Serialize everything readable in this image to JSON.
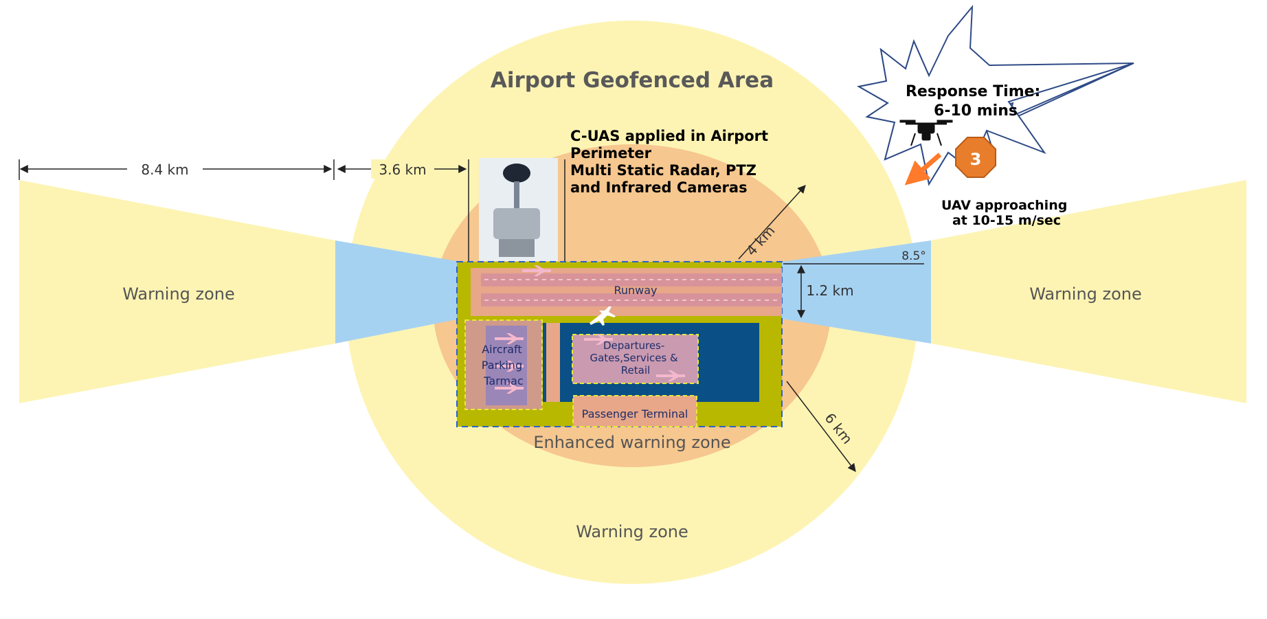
{
  "title": "Airport Geofenced Area",
  "colors": {
    "warning": "#fdf4b4",
    "enhanced": "#f6c78f",
    "approach": "#a6d2f2",
    "field": "#b8b800",
    "terminal_water": "#0a4f86",
    "runway": "#d8939a",
    "zone_text": "#555555"
  },
  "zones": {
    "left_warning": "Warning zone",
    "right_warning": "Warning zone",
    "bottom_warning": "Warning zone",
    "enhanced": "Enhanced warning zone"
  },
  "distances": {
    "d_left": "8.4 km",
    "d_mid": "3.6 km",
    "r_inner": "4 km",
    "r_outer": "6 km",
    "width": "1.2 km",
    "angle": "8.5°"
  },
  "cuas": {
    "line1": "C-UAS applied in Airport",
    "line2": "Perimeter",
    "line3": "Multi Static Radar,  PTZ",
    "line4": "and Infrared Cameras"
  },
  "alert": {
    "response_line1": "Response Time:",
    "response_line2": "6-10 mins",
    "badge": "3",
    "uav_line1": "UAV approaching",
    "uav_line2": "at 10-15 m/sec"
  },
  "airport": {
    "runway": "Runway",
    "parking_1": "Aircraft",
    "parking_2": "Parking",
    "parking_3": "Tarmac",
    "departures_1": "Departures-",
    "departures_2": "Gates,Services &",
    "departures_3": "Retail",
    "terminal": "Passenger Terminal"
  }
}
